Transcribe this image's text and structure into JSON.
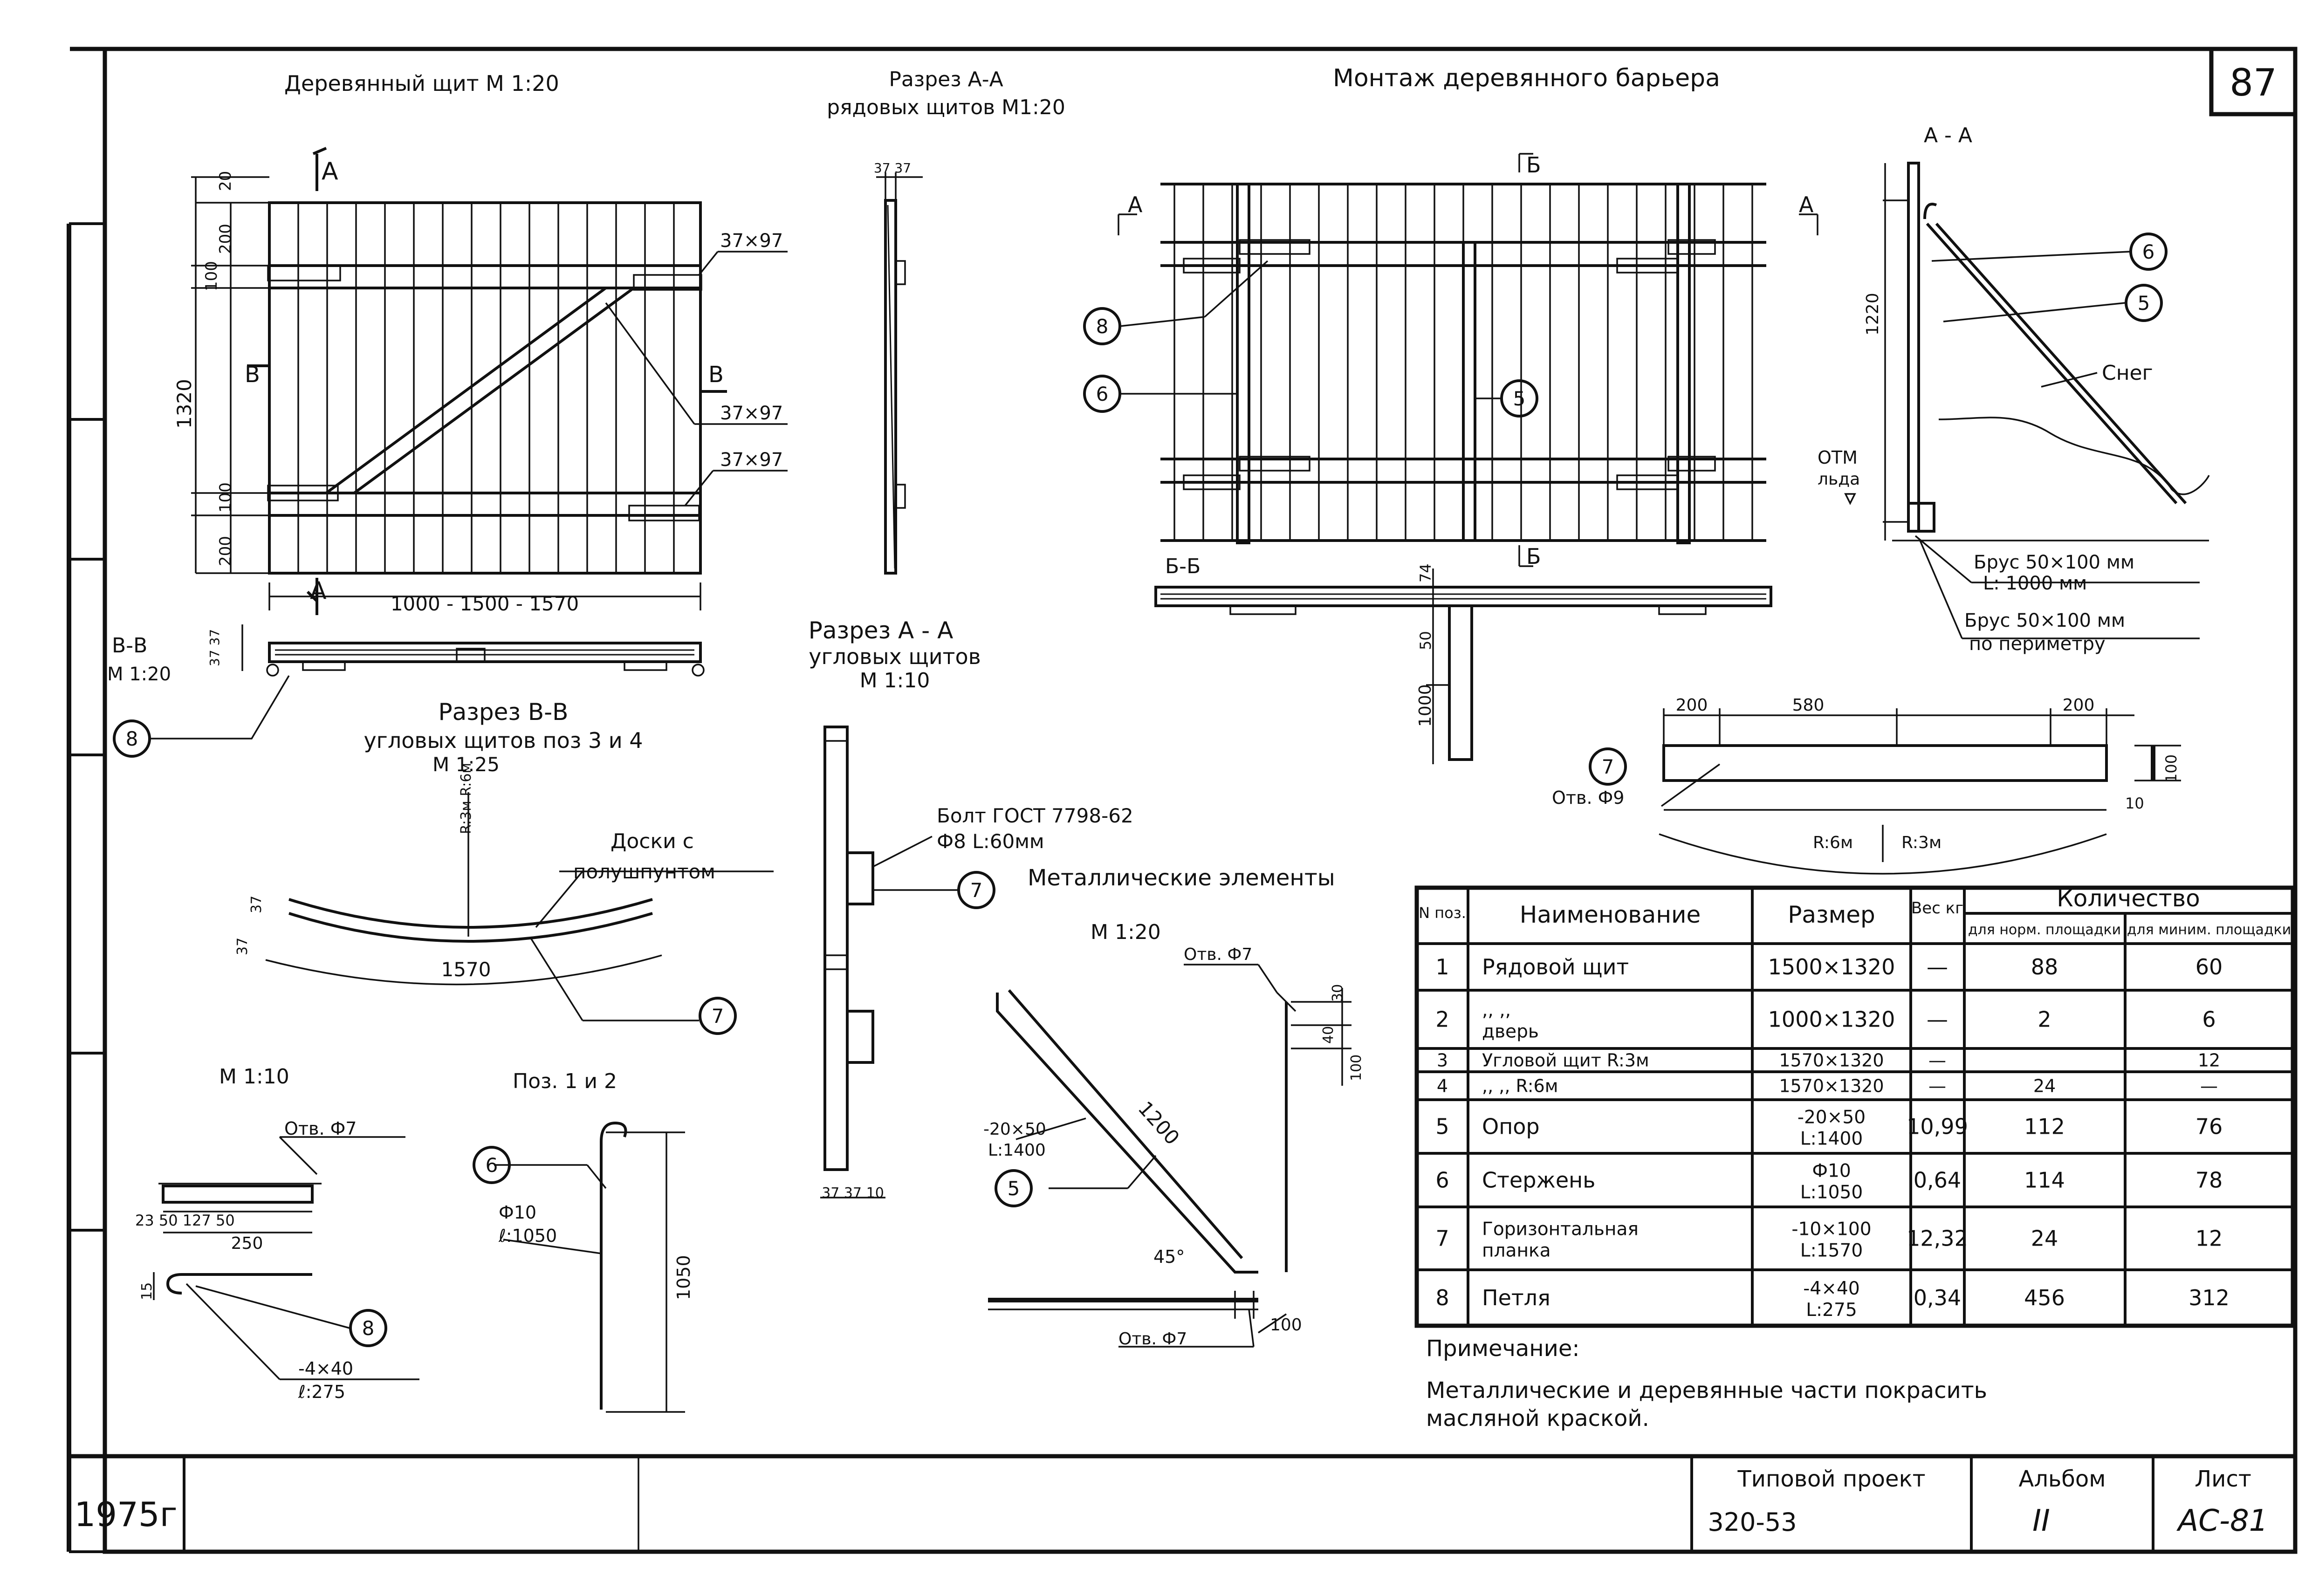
{
  "sheet_number": "87",
  "titles": {
    "wood_shield": "Деревянный щит  М 1:20",
    "section_aa_row_1": "Разрез А-А",
    "section_aa_row_2": "рядовых щитов М1:20",
    "mounting": "Монтаж деревянного барьера",
    "section_aa_side": "А - А",
    "section_vv_1": "Разрез В-В",
    "section_vv_2": "угловых щитов  поз 3 и 4",
    "section_vv_3": "М 1:25",
    "section_aa_corner_1": "Разрез А - А",
    "section_aa_corner_2": "угловых щитов",
    "section_aa_corner_3": "М 1:10",
    "metal_elements": "Металлические элементы",
    "scale_m20": "М 1:20",
    "scale_m10": "М 1:10",
    "pos12": "Поз. 1 и 2",
    "vv_label": "В-В",
    "vv_scale": "М 1:20",
    "bb_label": "Б-Б"
  },
  "labels": {
    "A": "А",
    "B": "Б",
    "V": "В",
    "size_37x97": "37×97",
    "dim_20": "20",
    "dim_200": "200",
    "dim_100": "100",
    "dim_1320": "1320",
    "dim_width": "1000 - 1500 - 1570",
    "dim_37_37_top": "37   37",
    "dim_37_37_v": "37 37",
    "dim_74": "74",
    "dim_50": "50",
    "dim_1000": "1000",
    "dim_1220": "1220",
    "snow": "Снег",
    "otm_1": "ОТМ",
    "otm_2": "льда",
    "brus1_1": "Брус 50×100 мм",
    "brus1_2": "L: 1000 мм",
    "brus2_1": "Брус 50×100 мм",
    "brus2_2": "по периметру",
    "dim_580": "580",
    "dim_100b": "100",
    "dim_10": "10",
    "otv9": "Отв. Ф9",
    "r6": "R:6м",
    "r3": "R:3м",
    "radius_v": "R:3м R:6м",
    "boards": "Доски с",
    "boards_2": "полушпунтом",
    "dim_1570": "1570",
    "dim_37": "37",
    "bolt_1": "Болт ГОСТ 7798-62",
    "bolt_2": "Ф8 L:60мм",
    "dim_37_37_10": "37 37 10",
    "otv7": "Отв. Ф7",
    "dim_30": "30",
    "dim_40": "40",
    "plate": "-20×50",
    "plate_l": "L:1400",
    "dim_1200": "1200",
    "angle": "45°",
    "otv7_b": "Отв. Ф7",
    "dim_100c": "100",
    "otv7_c": "Отв. Ф7",
    "dims_row": "23  50   127   50",
    "dim_250": "250",
    "dim_15": "15",
    "loop_1": "-4×40",
    "loop_2": "ℓ:275",
    "rod_1": "Ф10",
    "rod_2": "ℓ:1050",
    "dim_1050": "1050"
  },
  "callouts": [
    "5",
    "6",
    "7",
    "8"
  ],
  "table": {
    "headers": {
      "pos": "N поз.",
      "name": "Наименование",
      "size": "Размер",
      "weight": "Вес кг",
      "qty": "Количество",
      "qty_norm": "для норм. площадки",
      "qty_min": "для миним. площадки"
    },
    "rows": [
      {
        "pos": "1",
        "name": "Рядовой щит",
        "size": "1500×1320",
        "weight": "—",
        "norm": "88",
        "min": "60"
      },
      {
        "pos": "2",
        "name": "   ,,        ,,\nдверь",
        "size": "1000×1320",
        "weight": "—",
        "norm": "2",
        "min": "6"
      },
      {
        "pos": "3",
        "name": "Угловой щит R:3м",
        "size": "1570×1320",
        "weight": "—",
        "norm": "",
        "min": "12"
      },
      {
        "pos": "4",
        "name": " ,,        ,,    R:6м",
        "size": "1570×1320",
        "weight": "—",
        "norm": "24",
        "min": "—"
      },
      {
        "pos": "5",
        "name": "Опор",
        "size": "-20×50\nL:1400",
        "weight": "10,99",
        "norm": "112",
        "min": "76"
      },
      {
        "pos": "6",
        "name": "Стержень",
        "size": "Ф10\nL:1050",
        "weight": "0,64",
        "norm": "114",
        "min": "78"
      },
      {
        "pos": "7",
        "name": "Горизонтальная\nпланка",
        "size": "-10×100\nL:1570",
        "weight": "12,32",
        "norm": "24",
        "min": "12"
      },
      {
        "pos": "8",
        "name": "Петля",
        "size": "-4×40\nL:275",
        "weight": "0,34",
        "norm": "456",
        "min": "312"
      }
    ]
  },
  "note": {
    "title": "Примечание:",
    "text_1": "Металлические и деревянные части покрасить",
    "text_2": "масляной краской."
  },
  "stamp": {
    "year": "1975г",
    "project_label": "Типовой проект",
    "project_value": "320-53",
    "album_label": "Альбом",
    "album_value": "II",
    "sheet_label": "Лист",
    "sheet_value": "АС-81"
  }
}
